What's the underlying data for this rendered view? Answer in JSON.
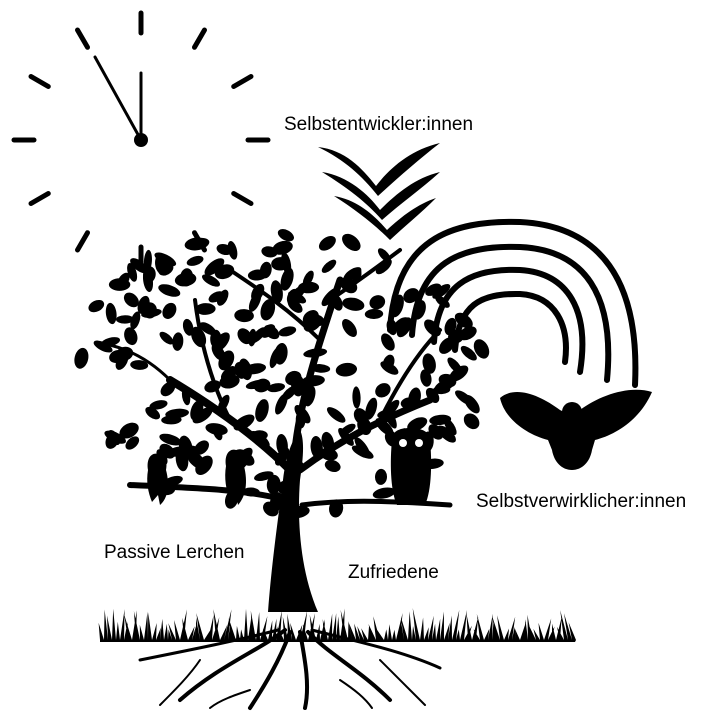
{
  "labels": {
    "selbstentwickler": "Selbstentwickler:innen",
    "selbstverwirklicher": "Selbstverwirklicher:innen",
    "passive_lerchen": "Passive Lerchen",
    "zufriedene": "Zufriedene"
  },
  "icons": {
    "clock": "clock-icon",
    "birds": "flying-birds-icon",
    "tree": "tree-icon",
    "rainbow": "rainbow-arcs-icon",
    "flying_owl": "flying-owl-icon",
    "perched_owl": "perched-owl-icon",
    "larks": "perched-birds-icon",
    "grass": "grass-icon",
    "roots": "roots-icon"
  },
  "colors": {
    "ink": "#000000",
    "background": "#ffffff"
  }
}
